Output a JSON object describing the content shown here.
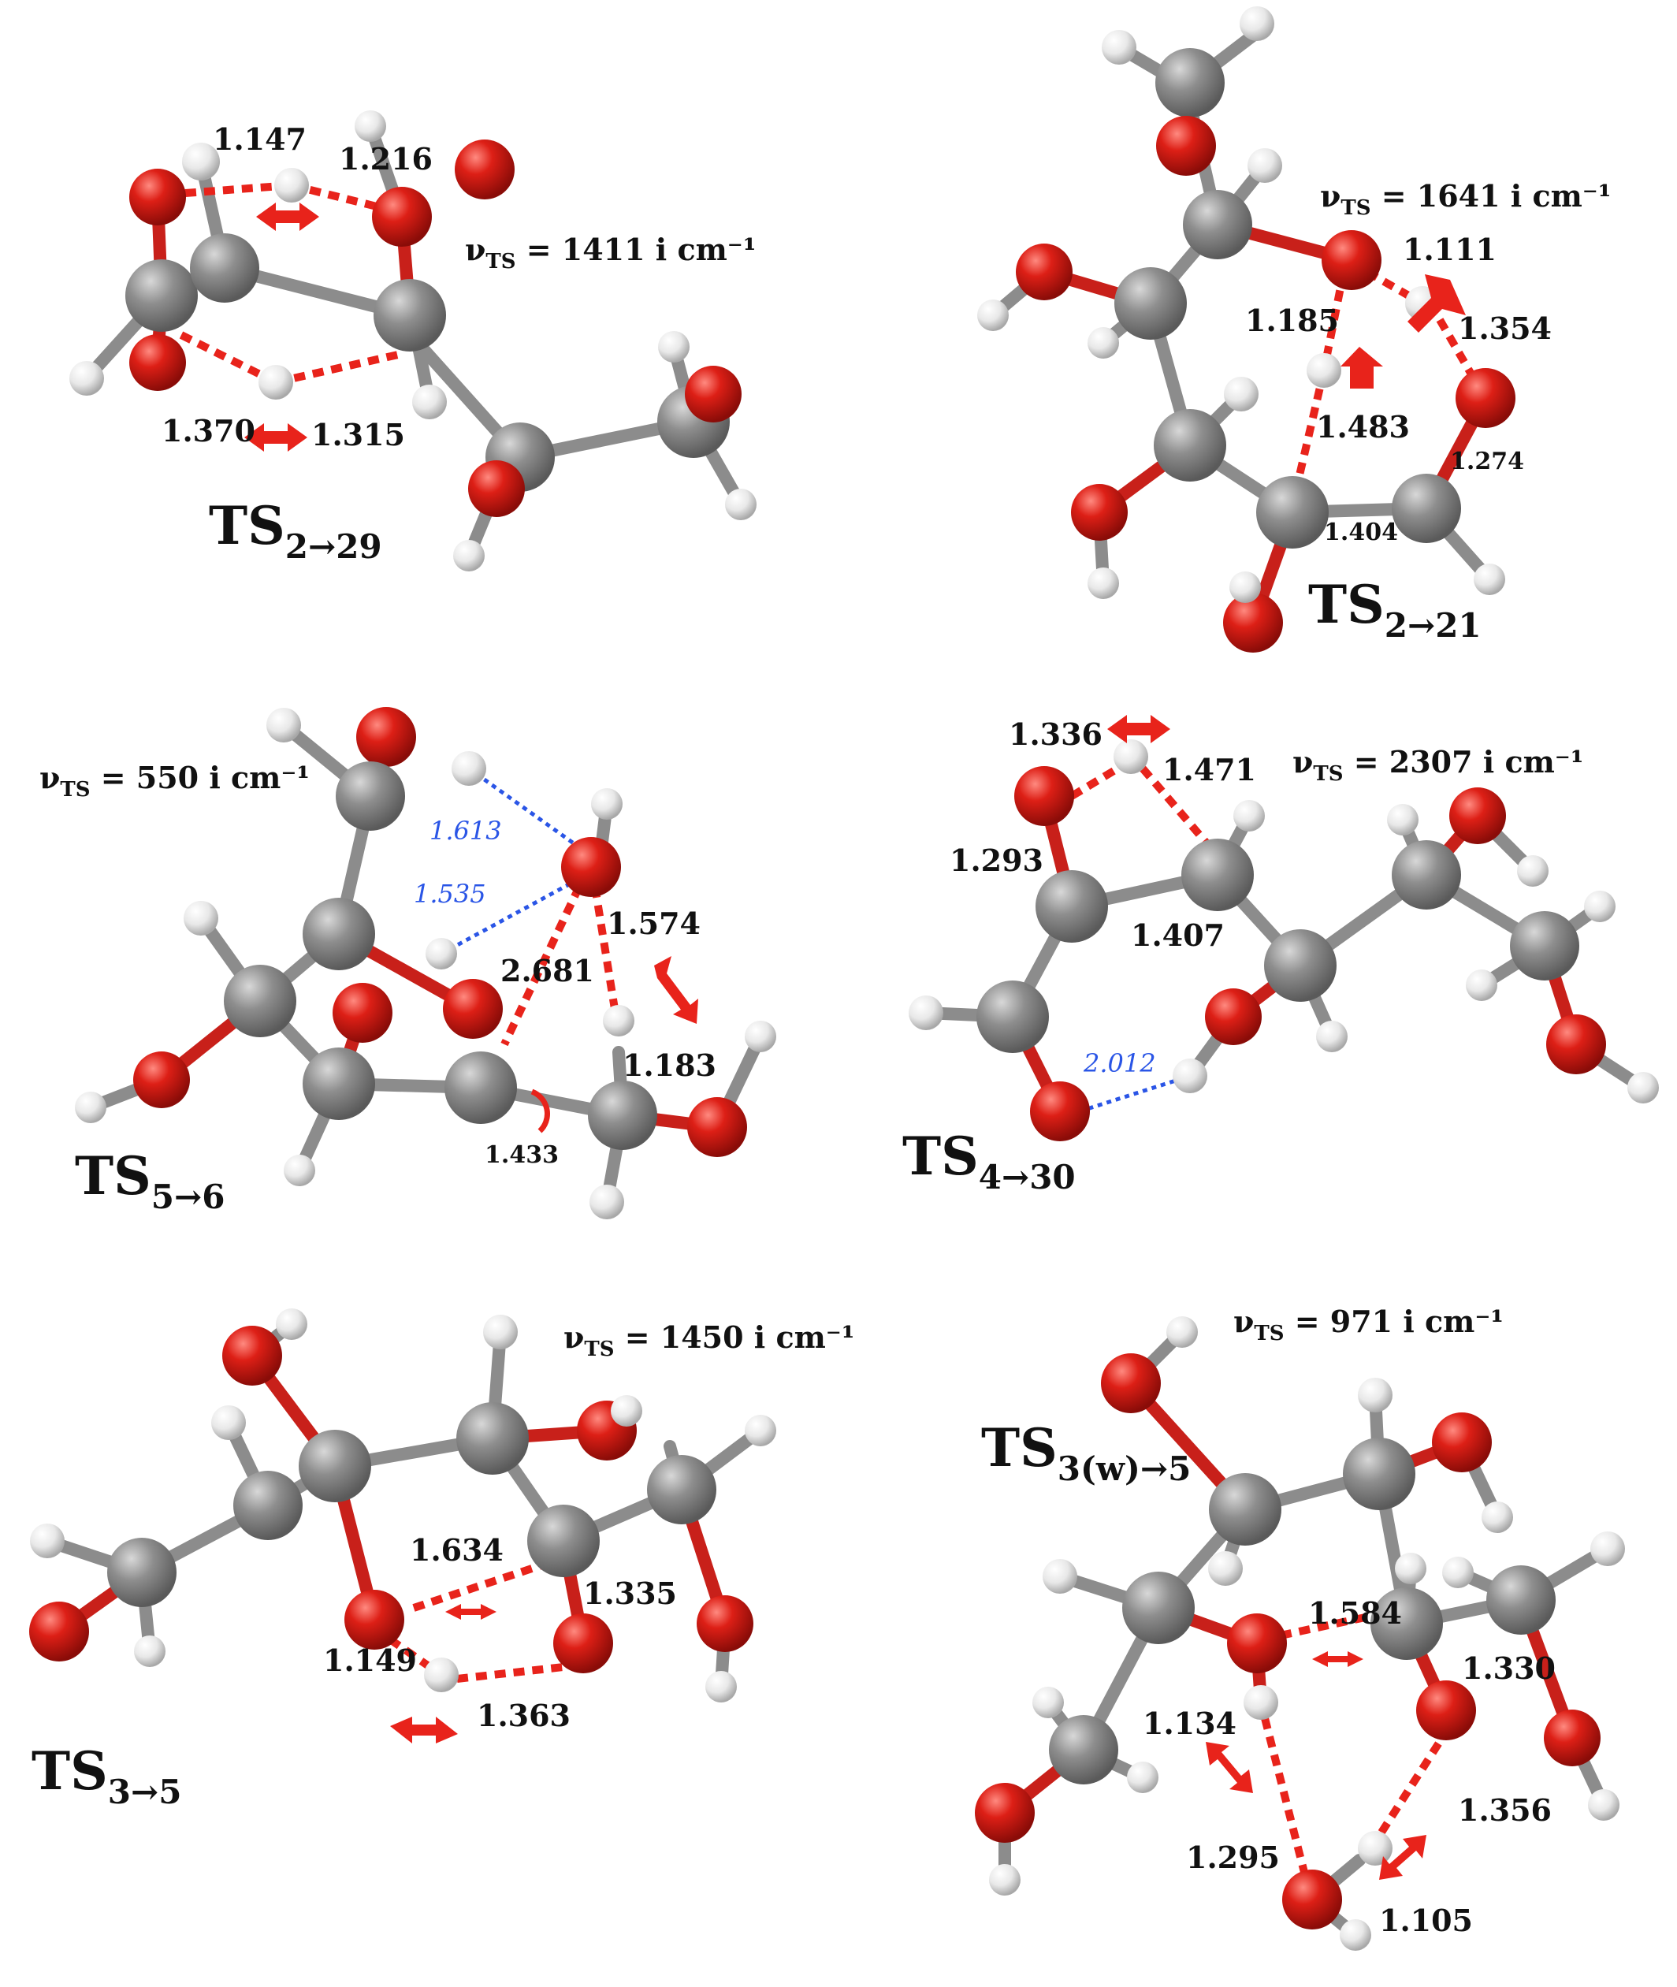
{
  "panels": [
    {
      "id": "ts_2_29",
      "ts_main": "TS",
      "ts_sub": "2→29",
      "freq_nu": "ν",
      "freq_sub": "TS",
      "freq_text": " = 1411 i cm⁻¹",
      "distances": [
        "1.147",
        "1.216",
        "1.370",
        "1.315"
      ],
      "blue_distances": []
    },
    {
      "id": "ts_2_21",
      "ts_main": "TS",
      "ts_sub": "2→21",
      "freq_nu": "ν",
      "freq_sub": "TS",
      "freq_text": " = 1641 i cm⁻¹",
      "distances": [
        "1.111",
        "1.185",
        "1.354",
        "1.483",
        "1.274",
        "1.404"
      ],
      "blue_distances": []
    },
    {
      "id": "ts_5_6",
      "ts_main": "TS",
      "ts_sub": "5→6",
      "freq_nu": "ν",
      "freq_sub": "TS",
      "freq_text": " = 550 i cm⁻¹",
      "distances": [
        "1.574",
        "2.681",
        "1.183",
        "1.433"
      ],
      "blue_distances": [
        "1.613",
        "1.535"
      ]
    },
    {
      "id": "ts_4_30",
      "ts_main": "TS",
      "ts_sub": "4→30",
      "freq_nu": "ν",
      "freq_sub": "TS",
      "freq_text": " = 2307 i cm⁻¹",
      "distances": [
        "1.336",
        "1.471",
        "1.293",
        "1.407"
      ],
      "blue_distances": [
        "2.012"
      ]
    },
    {
      "id": "ts_3_5",
      "ts_main": "TS",
      "ts_sub": "3→5",
      "freq_nu": "ν",
      "freq_sub": "TS",
      "freq_text": " = 1450 i cm⁻¹",
      "distances": [
        "1.634",
        "1.335",
        "1.149",
        "1.363"
      ],
      "blue_distances": []
    },
    {
      "id": "ts_3w_5",
      "ts_main": "TS",
      "ts_sub": "3(w)→5",
      "freq_nu": "ν",
      "freq_sub": "TS",
      "freq_text": " = 971 i cm⁻¹",
      "distances": [
        "1.584",
        "1.330",
        "1.134",
        "1.295",
        "1.356",
        "1.105"
      ],
      "blue_distances": []
    }
  ],
  "colors": {
    "carbon": "#8c8c8c",
    "oxygen": "#d0201a",
    "hydrogen": "#e6e6e6",
    "red_bond": "#e8231b",
    "blue_bond": "#2a55e6"
  }
}
